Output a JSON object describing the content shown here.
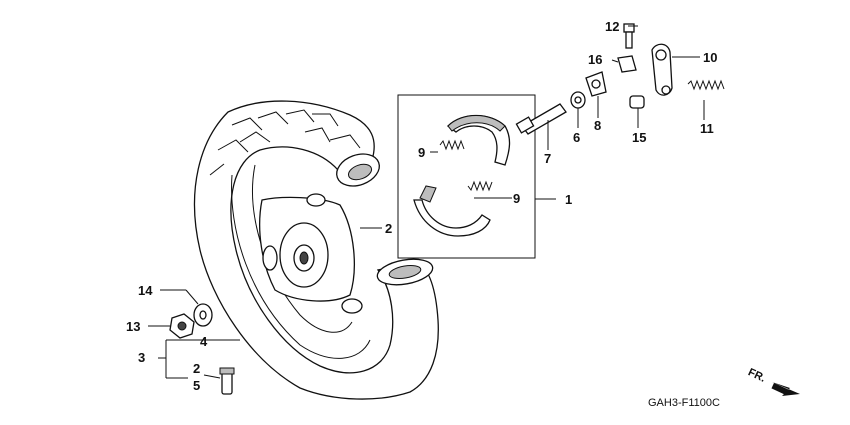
{
  "diagram": {
    "drawing_code": "GAH3-F1100C",
    "direction_label": "FR.",
    "callouts": {
      "c1": "1",
      "c2_rim": "2",
      "c2_valve": "2",
      "c3": "3",
      "c4": "4",
      "c5": "5",
      "c6": "6",
      "c7": "7",
      "c8": "8",
      "c9_upper": "9",
      "c9_lower": "9",
      "c10": "10",
      "c11": "11",
      "c12": "12",
      "c13": "13",
      "c14": "14",
      "c15": "15",
      "c16": "16"
    }
  },
  "icons": [
    "tire-icon",
    "wheel-rim-icon",
    "brake-shoe-icon",
    "spring-icon",
    "cam-shaft-icon",
    "washer-icon",
    "nut-icon",
    "bolt-icon",
    "brake-arm-icon",
    "valve-stem-icon",
    "arrow-icon"
  ]
}
